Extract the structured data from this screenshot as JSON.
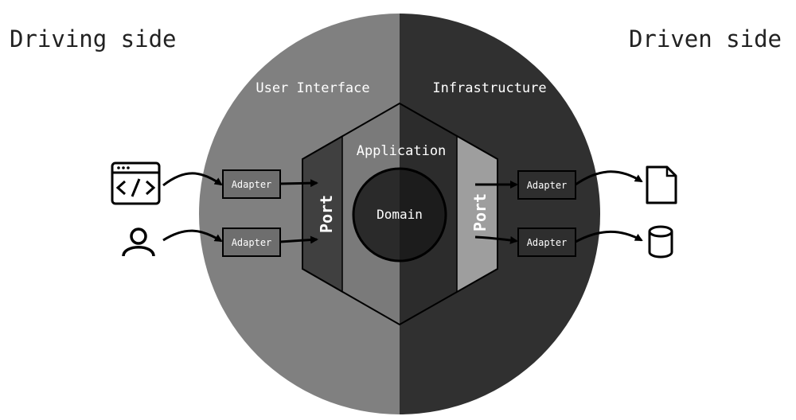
{
  "diagram": {
    "driving_side_title": "Driving side",
    "driven_side_title": "Driven side",
    "user_interface_label": "User Interface",
    "infrastructure_label": "Infrastructure",
    "application_label": "Application",
    "domain_label": "Domain",
    "left_port_label": "Port",
    "right_port_label": "Port",
    "adapters": {
      "left_top": "Adapter",
      "left_bottom": "Adapter",
      "right_top": "Adapter",
      "right_bottom": "Adapter"
    },
    "icons": {
      "code_window": "code-window-icon",
      "user": "user-icon",
      "file": "file-icon",
      "database": "database-icon"
    },
    "colors": {
      "driving_half": "#808080",
      "driven_half": "#303030",
      "left_port": "#404040",
      "right_port": "#9e9e9e",
      "application_left": "#7a7a7a",
      "application_right": "#2c2c2c",
      "domain_left": "#2a2a2a",
      "domain_right": "#1c1c1c",
      "adapter_left": "#6e6e6e",
      "adapter_right": "#2e2e2e",
      "stroke": "#000000"
    }
  }
}
